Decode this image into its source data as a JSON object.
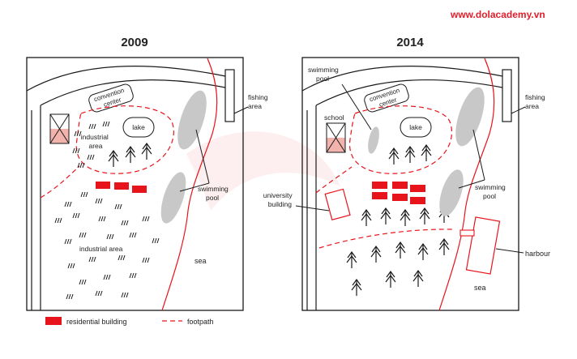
{
  "site": {
    "watermark": "www.dolacademy.vn",
    "watermark_color": "#e11d2a"
  },
  "maps": [
    {
      "year": "2009",
      "labels": {
        "convention": [
          "convention",
          "center"
        ],
        "lake": "lake",
        "industrial_small": [
          "industrial",
          "area"
        ],
        "industrial_large": "industrial area",
        "swimming": [
          "swimming",
          "pool"
        ],
        "fishing": [
          "fishing",
          "area"
        ],
        "sea": "sea"
      }
    },
    {
      "year": "2014",
      "labels": {
        "swimming_top": [
          "swimming",
          "pool"
        ],
        "convention": [
          "convention",
          "center"
        ],
        "school": "school",
        "lake": "lake",
        "fishing": [
          "fishing",
          "area"
        ],
        "university": [
          "university",
          "building"
        ],
        "swimming": [
          "swimming",
          "pool"
        ],
        "harbour": "harbour",
        "sea": "sea"
      }
    }
  ],
  "legend": {
    "residential": "residential building",
    "footpath": "footpath",
    "residential_color": "#e8141b",
    "footpath_color": "#e8141b"
  },
  "colors": {
    "pool": "#c8c8c8",
    "school_fill": "#f2b3ad",
    "line": "#1a1a1a"
  },
  "icons": [
    "tree-icon",
    "grass-marks-icon",
    "school-crossed-box-icon"
  ]
}
